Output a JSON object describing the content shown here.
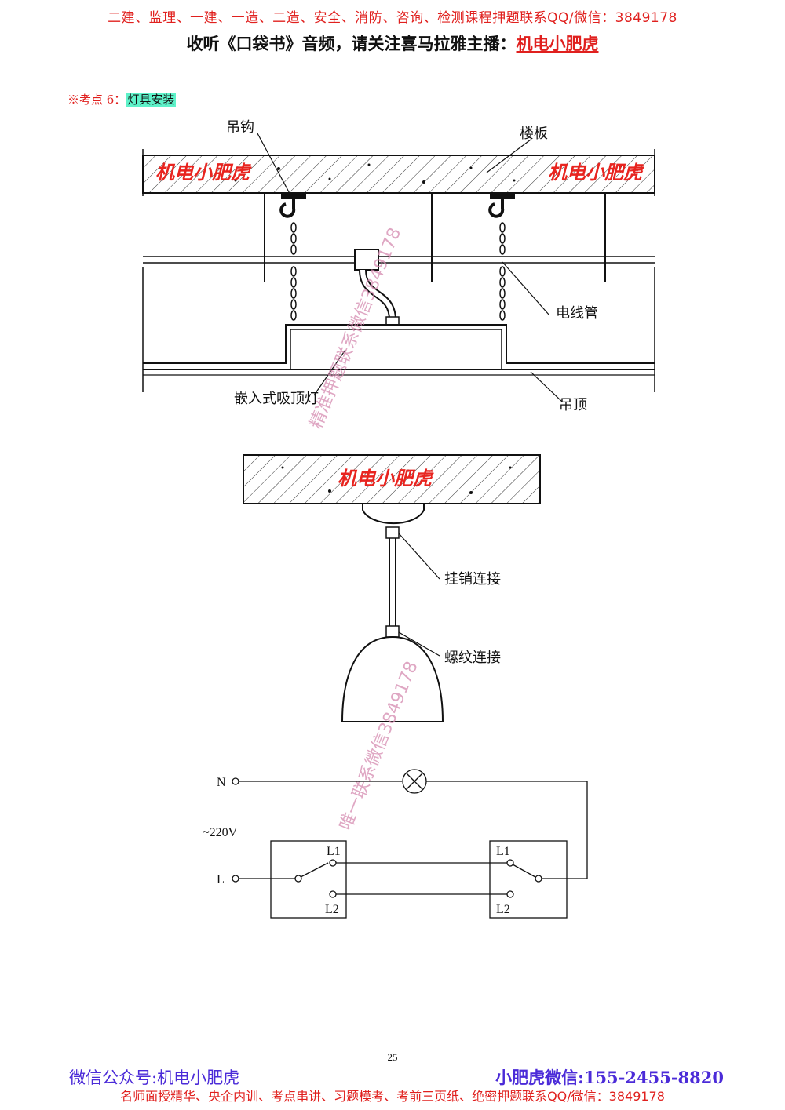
{
  "header": {
    "line1": "二建、监理、一建、一造、二造、安全、消防、咨询、检测课程押题联系QQ/微信：3849178",
    "line2_prefix": "收听《口袋书》音频，请关注喜马拉雅主播：",
    "line2_name": "机电小肥虎"
  },
  "topic": {
    "prefix": "※考点 6：",
    "title": "灯具安装"
  },
  "figure1": {
    "labels": {
      "hook": "吊钩",
      "slab": "楼板",
      "conduit": "电线管",
      "lamp": "嵌入式吸顶灯",
      "ceiling": "吊顶"
    },
    "watermark_left": "机电小肥虎",
    "watermark_right": "机电小肥虎",
    "diagonal_watermark": "精准押题联系微信3849178"
  },
  "figure2": {
    "watermark": "机电小肥虎",
    "labels": {
      "pin": "挂销连接",
      "thread": "螺纹连接"
    },
    "diagonal_watermark": "唯一联系微信3849178"
  },
  "figure3": {
    "n": "N",
    "l": "L",
    "voltage": "~220V",
    "left_l1": "L1",
    "left_l2": "L2",
    "right_l1": "L1",
    "right_l2": "L2"
  },
  "page_number": "25",
  "footer": {
    "left": "微信公众号:机电小肥虎",
    "right": "小肥虎微信:155-2455-8820",
    "bottom": "名师面授精华、央企内训、考点串讲、习题模考、考前三页纸、绝密押题联系QQ/微信：3849178"
  }
}
